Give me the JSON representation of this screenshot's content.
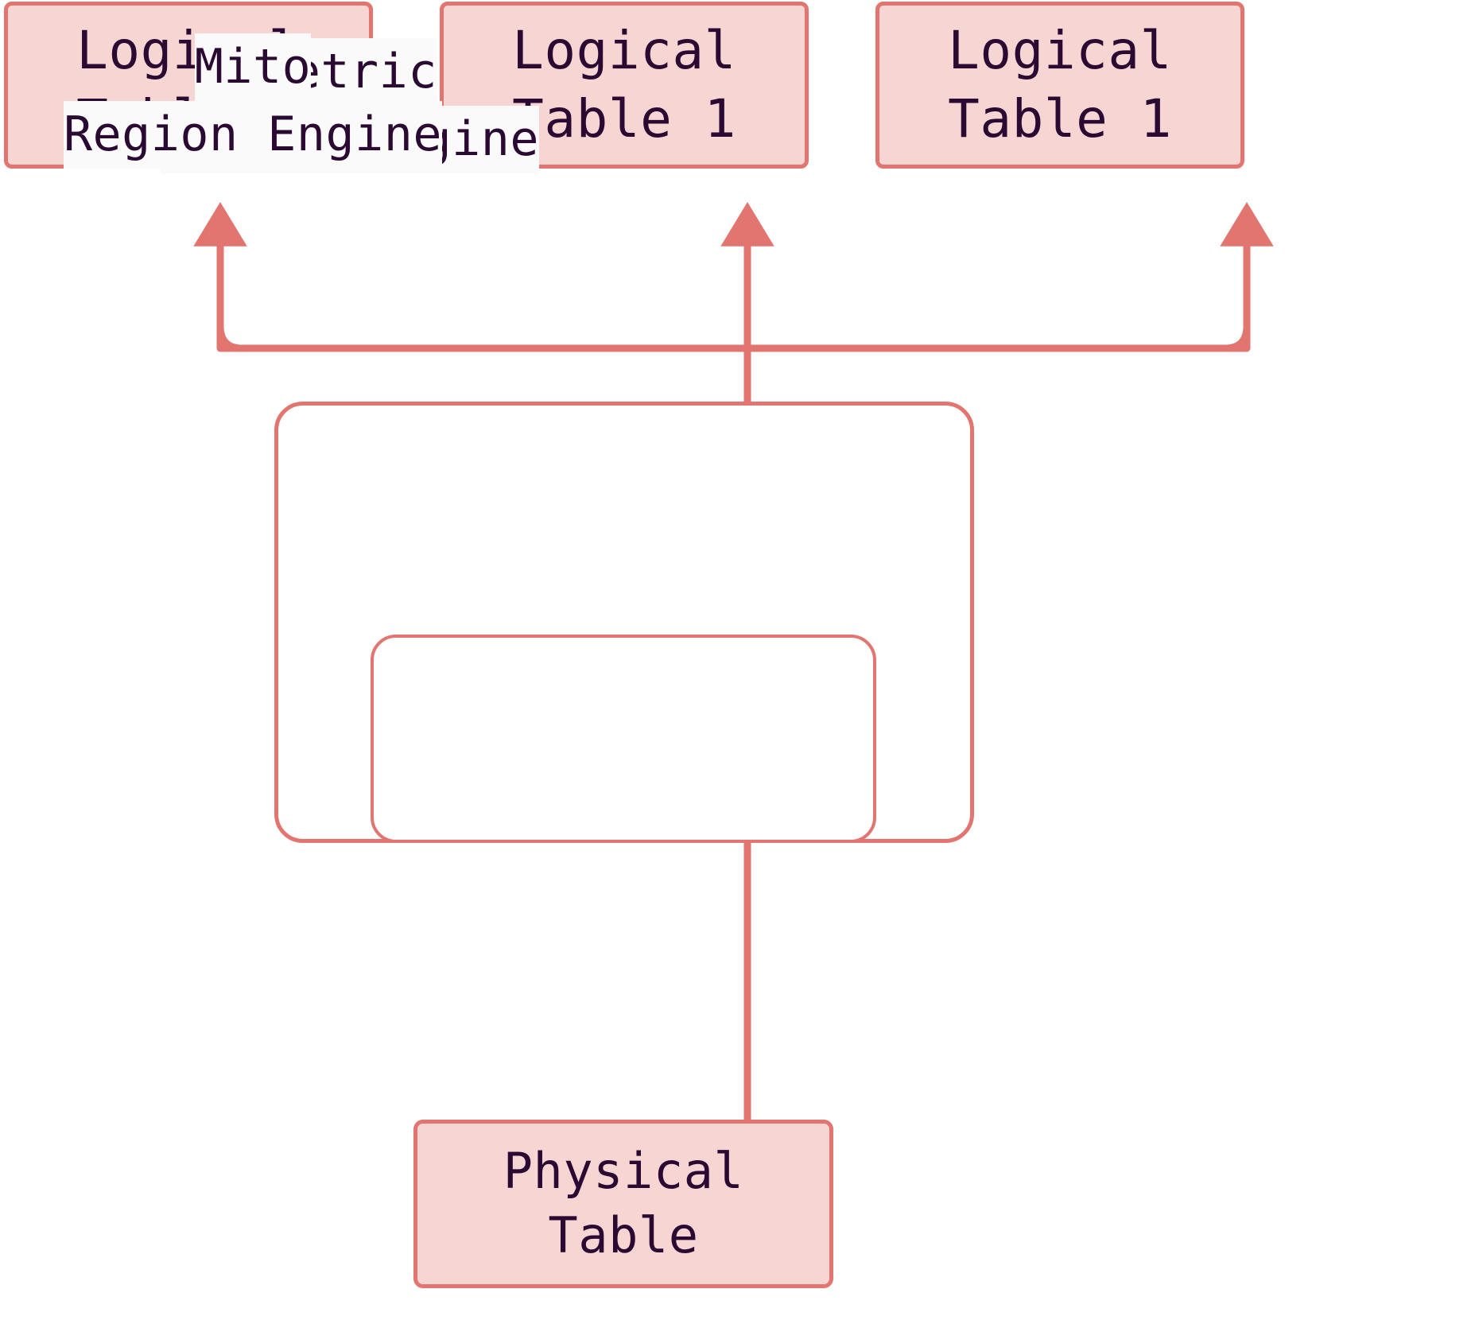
{
  "diagram": {
    "title": "Region engine layering",
    "colors": {
      "edge": "#e2756f",
      "node_fill": "#f7d5d3",
      "node_border": "#e2756f",
      "text": "#2a0a33",
      "label_background": "#fafafa",
      "canvas": "#ffffff"
    },
    "nodes": {
      "logical_tables": [
        {
          "line1": "Logical",
          "line2": "Table 1"
        },
        {
          "line1": "Logical",
          "line2": "Table 1"
        },
        {
          "line1": "Logical",
          "line2": "Table 1"
        }
      ],
      "metric_engine": {
        "line1": "Metric",
        "line2": "Region Engine"
      },
      "mito_engine": {
        "line1": "Mito",
        "line2": "Region Engine"
      },
      "physical_table": {
        "line1": "Physical",
        "line2": "Table"
      }
    },
    "edges": [
      {
        "from": "metric_engine",
        "to": "logical_table_1",
        "style": "orthogonal-arrow"
      },
      {
        "from": "metric_engine",
        "to": "logical_table_2",
        "style": "straight-arrow"
      },
      {
        "from": "metric_engine",
        "to": "logical_table_3",
        "style": "orthogonal-arrow"
      },
      {
        "from": "physical_table",
        "to": "mito_engine",
        "style": "straight-arrow"
      }
    ]
  }
}
